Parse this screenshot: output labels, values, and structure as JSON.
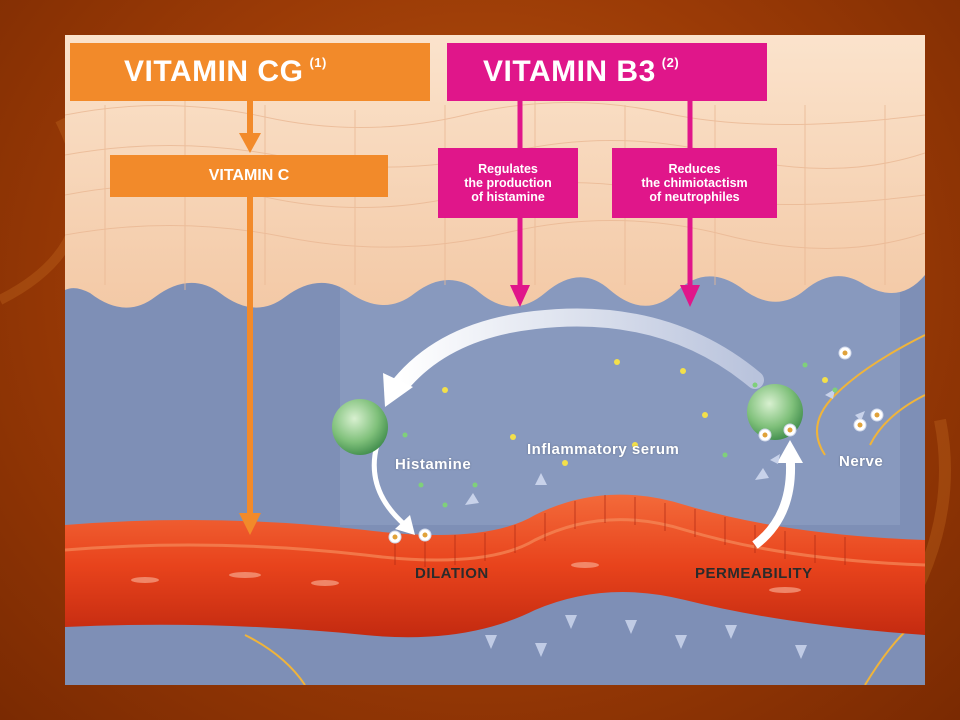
{
  "vitamin_cg": {
    "title": "VITAMIN CG",
    "ref": "(1)",
    "effect": "VITAMIN C"
  },
  "vitamin_b3": {
    "title": "VITAMIN B3",
    "ref": "(2)",
    "effect_histamine": [
      "Regulates",
      "the production",
      "of histamine"
    ],
    "effect_neutrophiles": [
      "Reduces",
      "the chimiotactism",
      "of neutrophiles"
    ]
  },
  "labels": {
    "histamine": "Histamine",
    "serum": "Inflammatory serum",
    "nerve": "Nerve",
    "dilation": "DILATION",
    "permeability": "PERMEABILITY"
  },
  "colors": {
    "orange": "#f28a2a",
    "magenta": "#e0168a",
    "vessel": "#e8431c",
    "skin": "#f6d2b4",
    "tissue": "#7e8fb6"
  }
}
